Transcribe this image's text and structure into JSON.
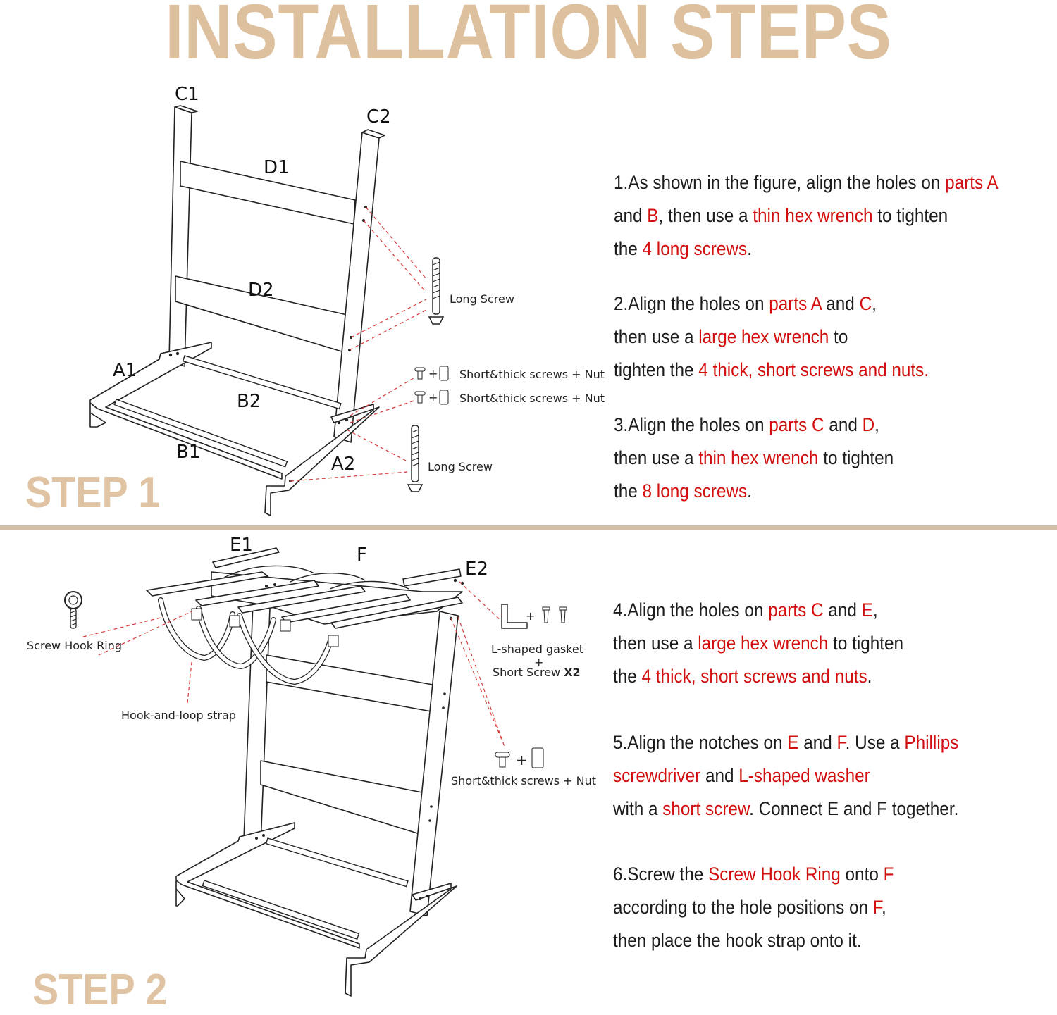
{
  "title": "INSTALLATION STEPS",
  "step1": {
    "label": "STEP 1",
    "parts": {
      "c1": "C1",
      "c2": "C2",
      "d1": "D1",
      "d2": "D2",
      "a1": "A1",
      "a2": "A2",
      "b1": "B1",
      "b2": "B2"
    },
    "hardware": {
      "long_screw_top": "Long Screw",
      "short_thick_1": "Short&thick screws + Nut",
      "short_thick_2": "Short&thick screws + Nut",
      "long_screw_bottom": "Long Screw"
    }
  },
  "step2": {
    "label": "STEP 2",
    "parts": {
      "e1": "E1",
      "e2": "E2",
      "f": "F"
    },
    "hardware": {
      "screw_hook_ring": "Screw Hook Ring",
      "hook_loop_strap": "Hook-and-loop strap",
      "l_gasket": "L-shaped gasket",
      "plus": "+",
      "short_screw": "Short Screw ",
      "short_screw_count": "X2",
      "short_thick": "Short&thick screws + Nut"
    }
  },
  "instructions": {
    "i1": {
      "l1a": "1.As shown in the figure, align the holes on ",
      "l1b": "parts A",
      "l2a": "and ",
      "l2b": "B",
      "l2c": ", then use a ",
      "l2d": "thin hex wrench",
      "l2e": " to tighten",
      "l3a": "the ",
      "l3b": "4 long screws",
      "l3c": "."
    },
    "i2": {
      "l1a": "2.Align the holes on ",
      "l1b": "parts A",
      "l1c": " and ",
      "l1d": "C",
      "l1e": ",",
      "l2a": "then use a ",
      "l2b": "large hex wrench",
      "l2c": " to",
      "l3a": "tighten the ",
      "l3b": "4 thick, short screws and nuts."
    },
    "i3": {
      "l1a": "3.Align the holes on ",
      "l1b": "parts C",
      "l1c": " and ",
      "l1d": "D",
      "l1e": ",",
      "l2a": "then use a ",
      "l2b": "thin hex wrench",
      "l2c": " to tighten",
      "l3a": "the ",
      "l3b": "8 long screws",
      "l3c": "."
    },
    "i4": {
      "l1a": "4.Align the holes on ",
      "l1b": "parts C",
      "l1c": " and ",
      "l1d": "E",
      "l1e": ",",
      "l2a": "then use a ",
      "l2b": "large hex wrench",
      "l2c": " to tighten",
      "l3a": "the ",
      "l3b": "4 thick, short screws and nuts",
      "l3c": "."
    },
    "i5": {
      "l1a": "5.Align the notches on ",
      "l1b": "E",
      "l1c": " and ",
      "l1d": "F",
      "l1e": ". Use a ",
      "l1f": "Phillips",
      "l2a": "screwdriver",
      "l2b": " and ",
      "l2c": "L-shaped washer",
      "l3a": "with a ",
      "l3b": "short screw",
      "l3c": ". Connect E and F together."
    },
    "i6": {
      "l1a": "6.Screw the ",
      "l1b": "Screw Hook Ring",
      "l1c": " onto ",
      "l1d": "F",
      "l2a": "according to the hole positions on ",
      "l2b": "F",
      "l2c": ",",
      "l3a": "then place the hook strap onto it."
    }
  },
  "colors": {
    "title": "#ddc09e",
    "step_label": "#dfc3a2",
    "highlight": "#d20e0e",
    "divider": "#d2bfa7",
    "guide": "#d63c3c"
  }
}
